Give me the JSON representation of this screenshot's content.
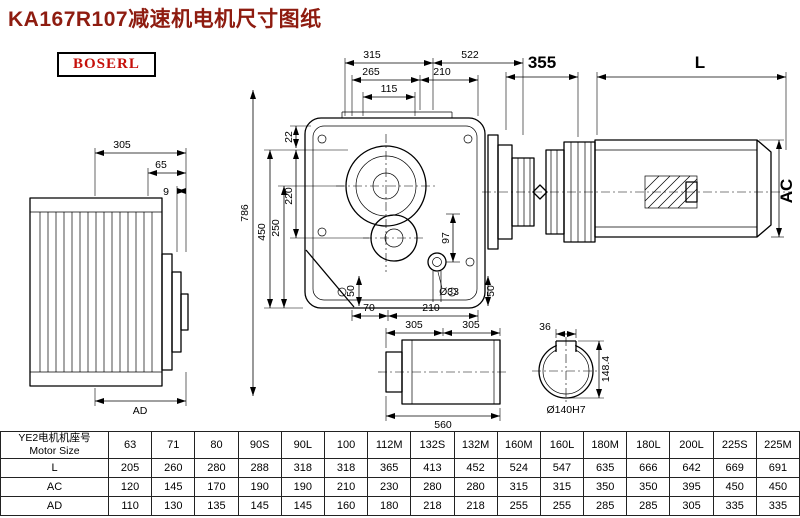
{
  "title": "KA167R107减速机电机尺寸图纸",
  "logo": "BOSERL",
  "dims": {
    "side_305": "305",
    "side_65": "65",
    "side_9": "9",
    "side_ad": "AD",
    "front_315": "315",
    "front_522": "522",
    "front_265": "265",
    "front_210_top": "210",
    "front_115": "115",
    "front_22": "22",
    "front_220": "220",
    "front_250": "250",
    "front_450": "450",
    "front_786": "786",
    "front_97": "97",
    "front_50_left": "50",
    "front_70": "70",
    "front_210_bottom": "210",
    "front_d33": "Ø33",
    "front_50_right": "50",
    "motor_355": "355",
    "motor_l": "L",
    "motor_ac": "AC",
    "shaft_305_a": "305",
    "shaft_305_b": "305",
    "shaft_560": "560",
    "sec_36": "36",
    "sec_148": "148.4",
    "sec_d140": "Ø140H7"
  },
  "table": {
    "header_cn": "YE2电机机座号",
    "header_en": "Motor Size",
    "sizes": [
      "63",
      "71",
      "80",
      "90S",
      "90L",
      "100",
      "112M",
      "132S",
      "132M",
      "160M",
      "160L",
      "180M",
      "180L",
      "200L",
      "225S",
      "225M"
    ],
    "rows": [
      {
        "label": "L",
        "values": [
          "205",
          "260",
          "280",
          "288",
          "318",
          "318",
          "365",
          "413",
          "452",
          "524",
          "547",
          "635",
          "666",
          "642",
          "669",
          "691"
        ]
      },
      {
        "label": "AC",
        "values": [
          "120",
          "145",
          "170",
          "190",
          "190",
          "210",
          "230",
          "280",
          "280",
          "315",
          "315",
          "350",
          "350",
          "395",
          "450",
          "450"
        ]
      },
      {
        "label": "AD",
        "values": [
          "110",
          "130",
          "135",
          "145",
          "145",
          "160",
          "180",
          "218",
          "218",
          "255",
          "255",
          "285",
          "285",
          "305",
          "335",
          "335"
        ]
      }
    ]
  }
}
